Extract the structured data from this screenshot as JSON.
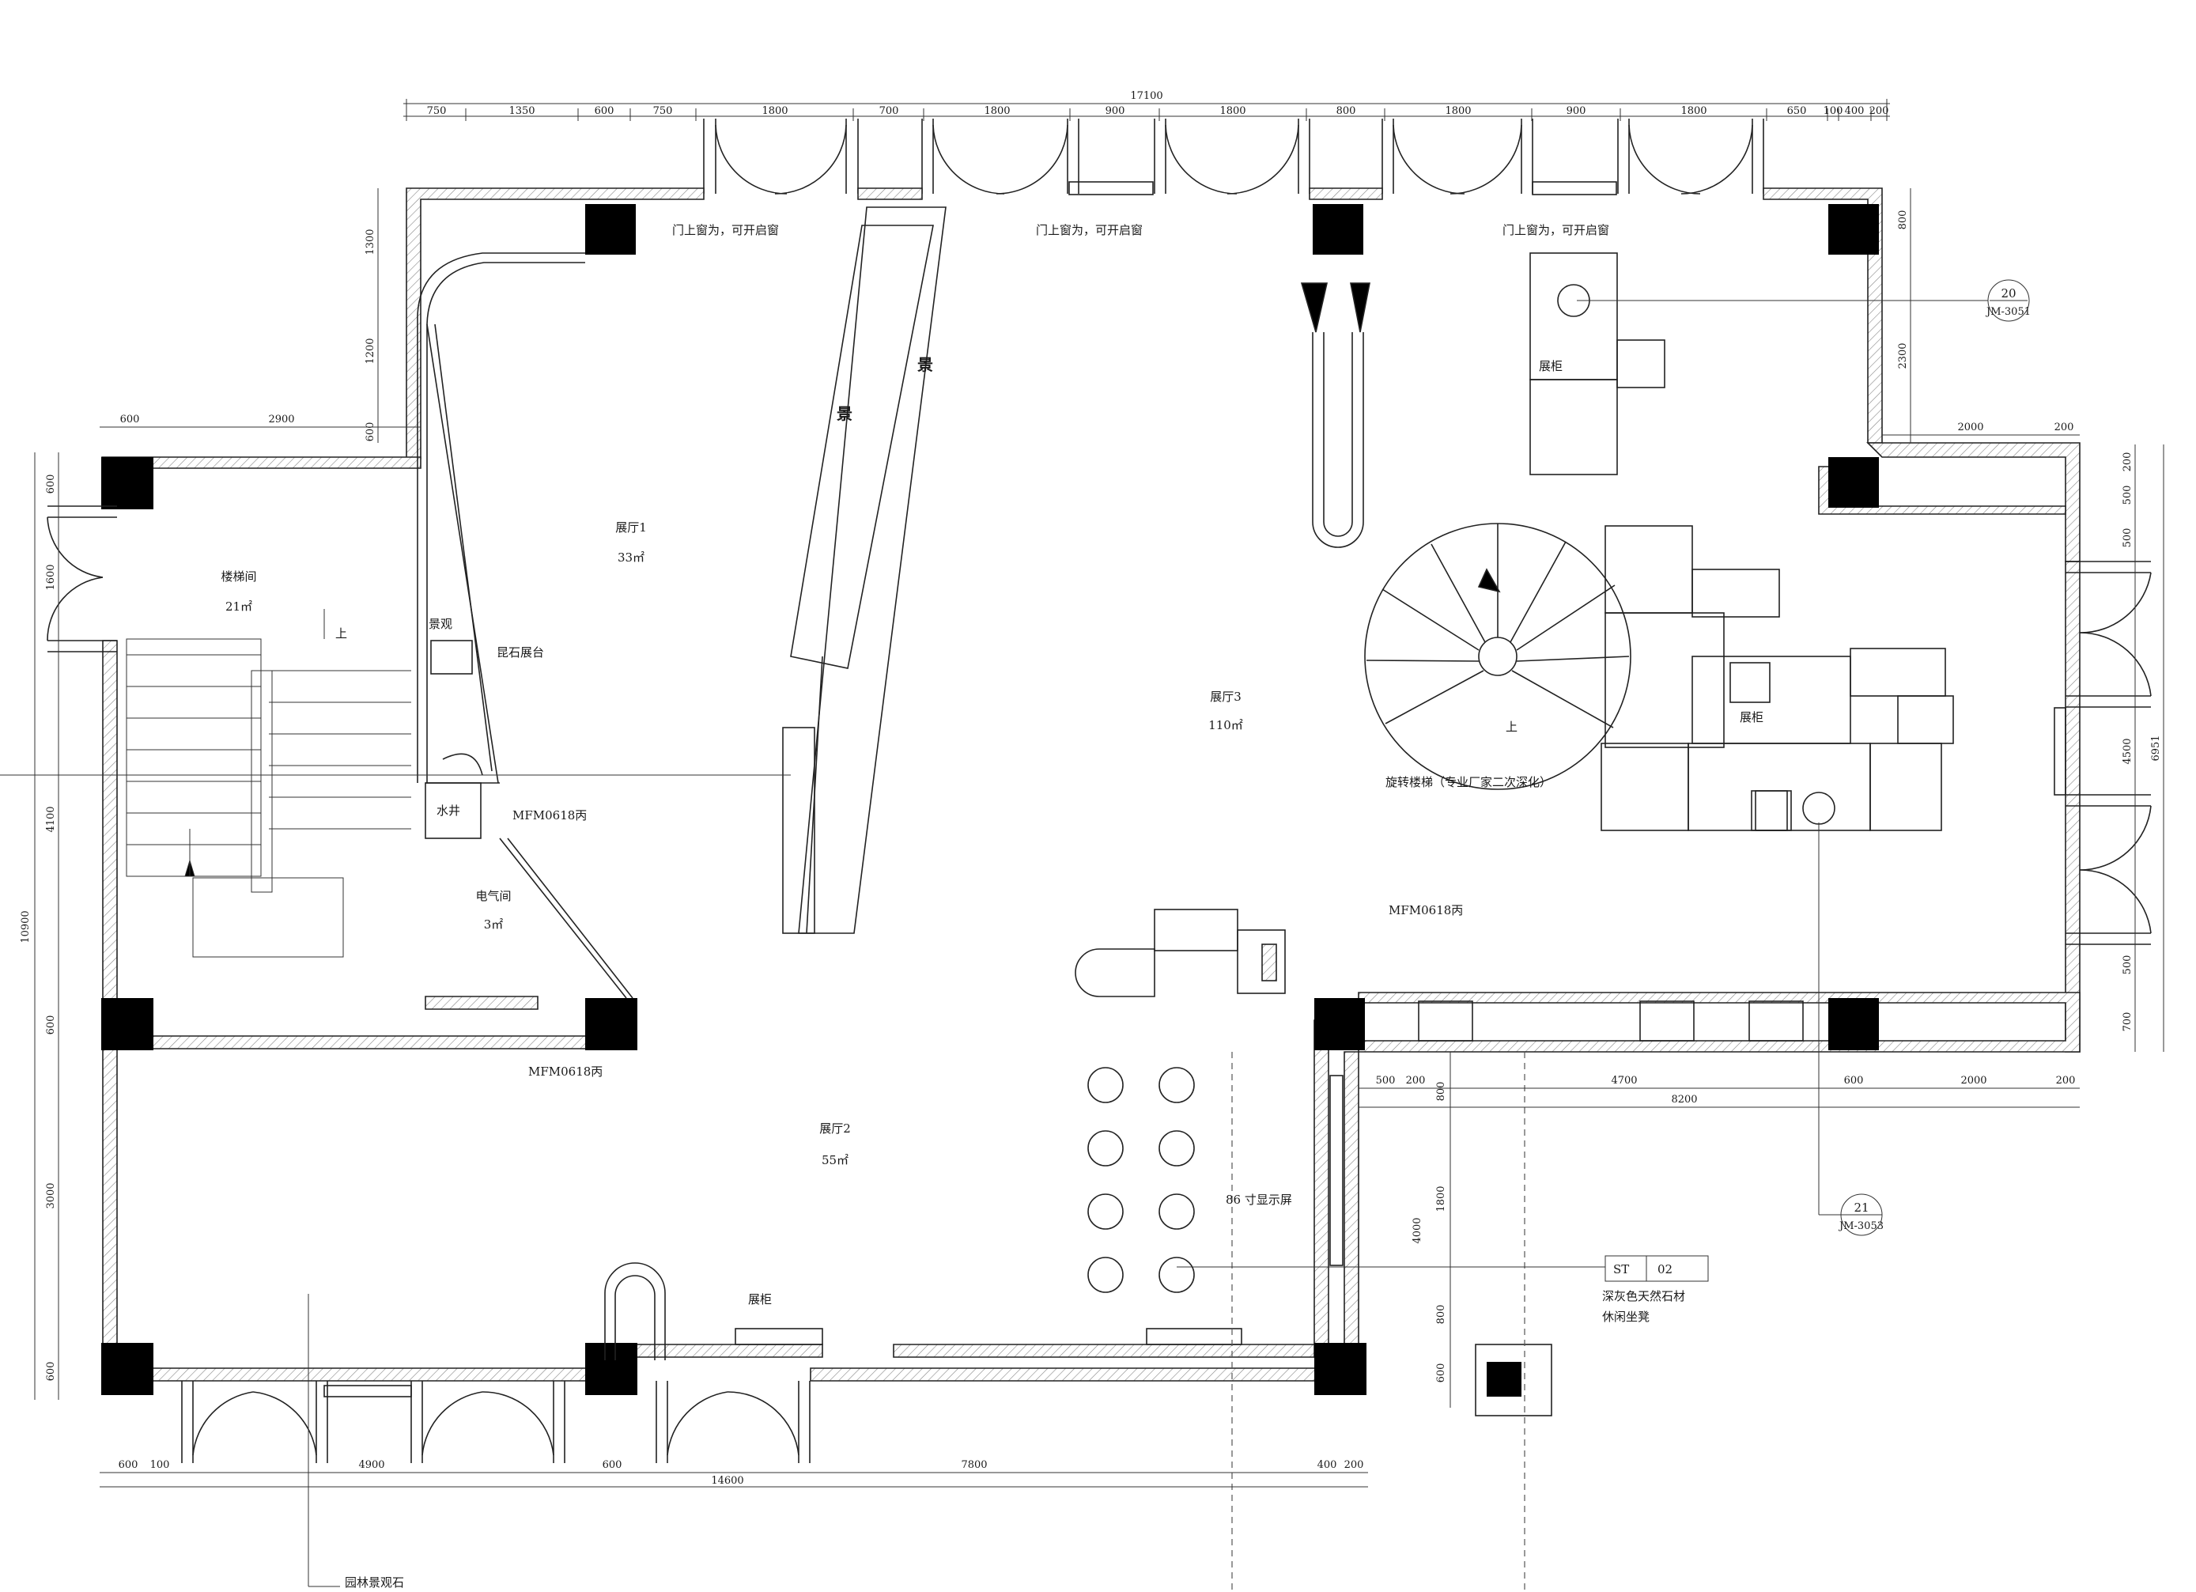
{
  "labels": {
    "window_note_1": "门上窗为，可开启窗",
    "window_note_2": "门上窗为，可开启窗",
    "window_note_3": "门上窗为，可开启窗",
    "hall1": "展厅1",
    "hall1_area": "33㎡",
    "hall2": "展厅2",
    "hall2_area": "55㎡",
    "hall3": "展厅3",
    "hall3_area": "110㎡",
    "stair": "楼梯间",
    "stair_area": "21㎡",
    "stair_up": "上",
    "water_well": "水井",
    "electric": "电气间",
    "electric_area": "3㎡",
    "door_1": "MFM0618丙",
    "door_2": "MFM0618丙",
    "door_3": "MFM0618丙",
    "landscape_feature": "景观",
    "stone_platform": "昆石展台",
    "scene_1": "景",
    "scene_2": "景",
    "cabinet_1": "展柜",
    "cabinet_2": "展柜",
    "cabinet_3": "展柜",
    "spiral_stair": "旋转楼梯（专业厂家二次深化）",
    "display_screen": "86 寸显示屏",
    "stone_tag": "ST",
    "stone_code": "02",
    "stone_desc": "深灰色天然石材",
    "stone_use": "休闲坐凳",
    "garden_stone": "园林景观石",
    "callout_20": "20",
    "callout_20_sub": "JM-3051",
    "callout_21": "21",
    "callout_21_sub": "JM-3053",
    "stair_up_2": "上"
  },
  "dimensions": {
    "top_total": "17100",
    "top_segments": [
      "750",
      "1350",
      "600",
      "750",
      "1800",
      "700",
      "1800",
      "900",
      "1800",
      "800",
      "1800",
      "900",
      "1800",
      "650",
      "100",
      "400",
      "200"
    ],
    "bottom_total": "14600",
    "bottom_segments": [
      "600",
      "100",
      "4900",
      "600",
      "7800",
      "400",
      "200"
    ],
    "left_total": "10900",
    "left_segments": [
      "600",
      "1600",
      "4100",
      "600",
      "3000",
      "600"
    ],
    "left_upper": [
      "1300",
      "1200",
      "600"
    ],
    "left_top_horiz": [
      "600",
      "2900"
    ],
    "right_total": "6951",
    "right_segments": [
      "200",
      "500",
      "500",
      "4500",
      "500",
      "700"
    ],
    "right_upper": [
      "800",
      "2300"
    ],
    "right_mid_horiz": [
      "2000",
      "200"
    ],
    "mid_right_horiz": [
      "500",
      "200",
      "4700",
      "600",
      "2000",
      "200"
    ],
    "mid_right_total": "8200",
    "mid_vert": [
      "800",
      "1800",
      "4000",
      "800",
      "600"
    ]
  }
}
